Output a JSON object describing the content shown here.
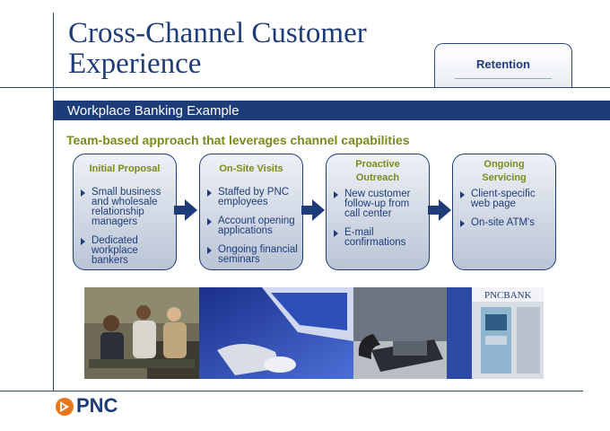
{
  "title_line1": "Cross-Channel Customer",
  "title_line2": "Experience",
  "tab_label": "Retention",
  "band_text": "Workplace Banking Example",
  "subtitle": "Team-based approach that leverages channel capabilities",
  "steps": [
    {
      "heading": [
        "Initial Proposal"
      ],
      "bullets": [
        "Small business and wholesale relationship managers",
        "Dedicated workplace bankers"
      ]
    },
    {
      "heading": [
        "On-Site Visits"
      ],
      "bullets": [
        "Staffed by PNC employees",
        "Account opening applications",
        "Ongoing financial seminars"
      ]
    },
    {
      "heading": [
        "Proactive",
        "Outreach"
      ],
      "bullets": [
        "New customer follow-up from call center",
        "E-mail confirmations"
      ]
    },
    {
      "heading": [
        "Ongoing",
        "Servicing"
      ],
      "bullets": [
        "Client-specific web page",
        "On-site ATM's"
      ]
    }
  ],
  "atm_sign": "PNCBANK",
  "logo_text": "PNC",
  "colors": {
    "navy": "#1d3d7a",
    "olive": "#7b8a1c",
    "logo_orange": "#e8761c"
  },
  "icons": [
    "pnc-logo-icon",
    "bullet-triangle-icon",
    "flow-arrow-icon"
  ]
}
